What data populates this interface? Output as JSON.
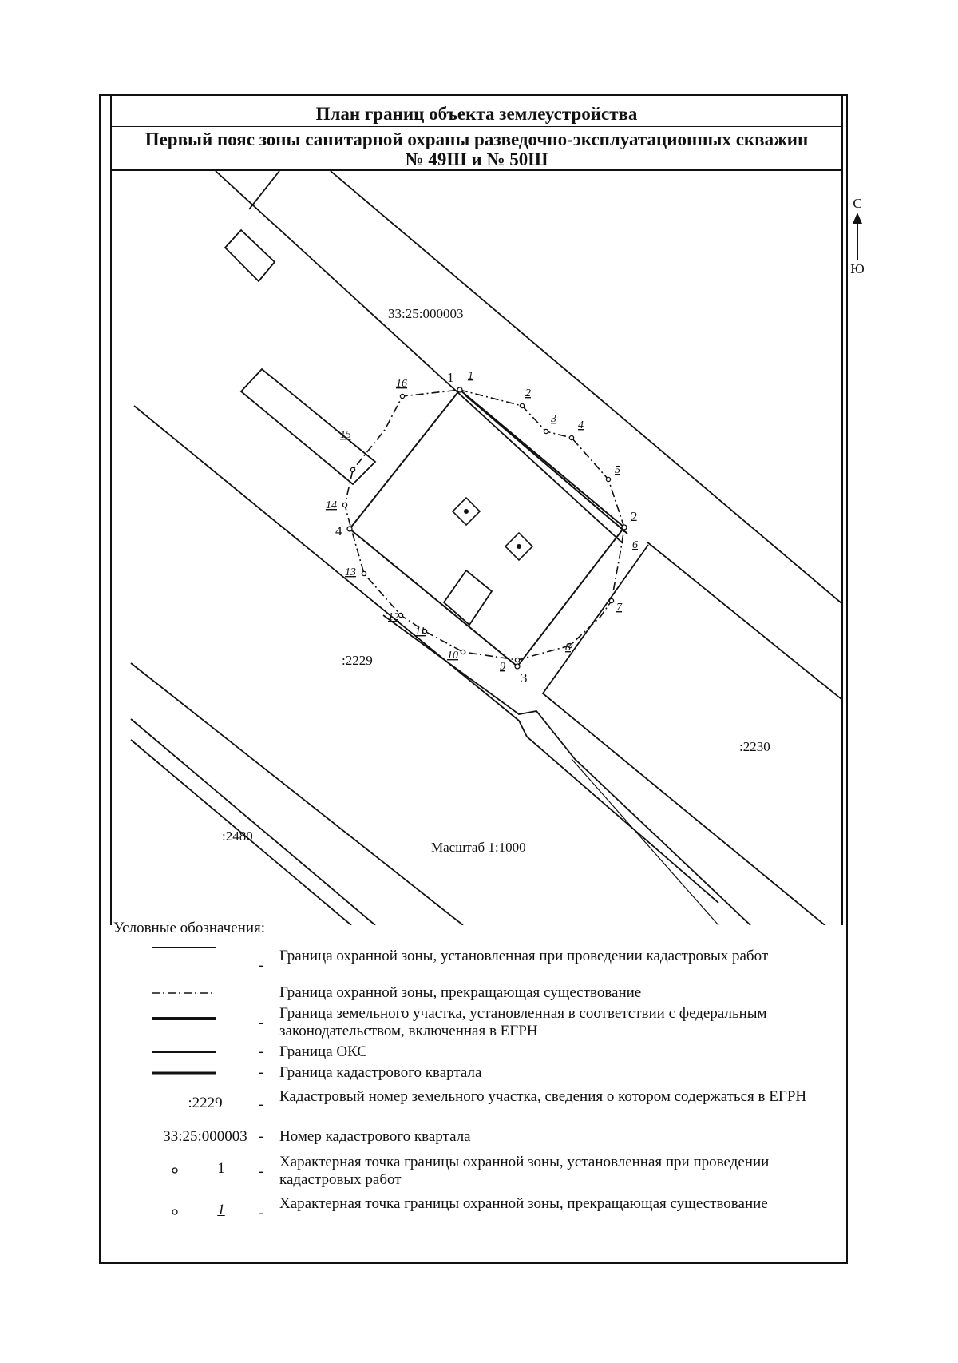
{
  "title": {
    "line1": "План границ объекта землеустройства",
    "line2": "Первый пояс зоны санитарной охраны разведочно-эксплуатационных скважин № 49Ш и № 50Ш"
  },
  "map": {
    "north_top": "С",
    "north_bottom": "Ю",
    "quarter_label": "33:25:000003",
    "parcel_labels": [
      ":2229",
      ":2230",
      ":2480"
    ],
    "scale": "Масштаб 1:1000",
    "established_points": [
      "1",
      "2",
      "3",
      "4"
    ],
    "terminated_points": [
      "1",
      "2",
      "3",
      "4",
      "5",
      "6",
      "7",
      "8",
      "9",
      "10",
      "11",
      "12",
      "13",
      "14",
      "15",
      "16"
    ]
  },
  "legend": {
    "heading": "Условные обозначения:",
    "dash": "-",
    "items": [
      {
        "symbol_text": "",
        "text": "Граница охранной зоны, установленная при проведении кадастровых работ"
      },
      {
        "symbol_text": "",
        "text": "Граница охранной зоны, прекращающая существование"
      },
      {
        "symbol_text": "",
        "text": "Граница земельного участка, установленная в соответствии с федеральным законодательством, включенная в ЕГРН"
      },
      {
        "symbol_text": "",
        "text": "Граница ОКС"
      },
      {
        "symbol_text": "",
        "text": "Граница кадастрового квартала"
      },
      {
        "symbol_text": ":2229",
        "text": "Кадастровый номер земельного участка, сведения о котором содержаться в ЕГРН"
      },
      {
        "symbol_text": "33:25:000003",
        "text": "Номер кадастрового квартала"
      },
      {
        "symbol_text": "1",
        "text": "Характерная точка границы охранной зоны, установленная при проведении кадастровых работ"
      },
      {
        "symbol_text": "1",
        "text": "Характерная точка границы охранной зоны, прекращающая существование"
      }
    ]
  },
  "colors": {
    "ink": "#111111",
    "paper": "#ffffff"
  }
}
